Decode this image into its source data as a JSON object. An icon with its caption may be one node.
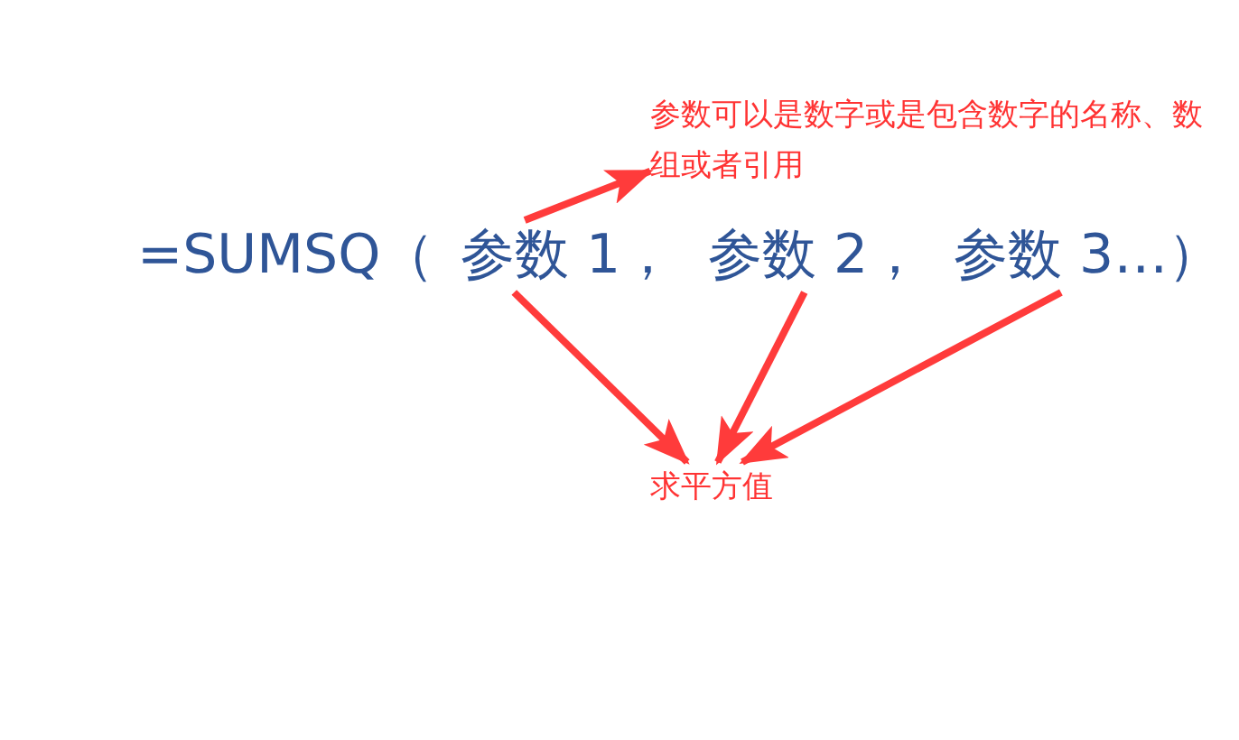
{
  "diagram": {
    "nodes": [
      {
        "text": [
          "参数 1，"
        ]
      },
      {
        "text": [
          "参数 2，"
        ]
      },
      {
        "text": [
          "参数 3…）"
        ]
      },
      {
        "text": [
          "参数可以是数字或是包含数字的名称、数组或者引用"
        ]
      },
      {
        "text": [
          "求平方值"
        ]
      }
    ],
    "edges": [
      {
        "from": 0,
        "to": 3,
        "arrow": "to"
      },
      {
        "from": 0,
        "to": 4,
        "arrow": "to"
      },
      {
        "from": 1,
        "to": 4,
        "arrow": "to"
      },
      {
        "from": 2,
        "to": 4,
        "arrow": "to"
      }
    ],
    "labels": [
      "=SUMSQ（"
    ]
  }
}
